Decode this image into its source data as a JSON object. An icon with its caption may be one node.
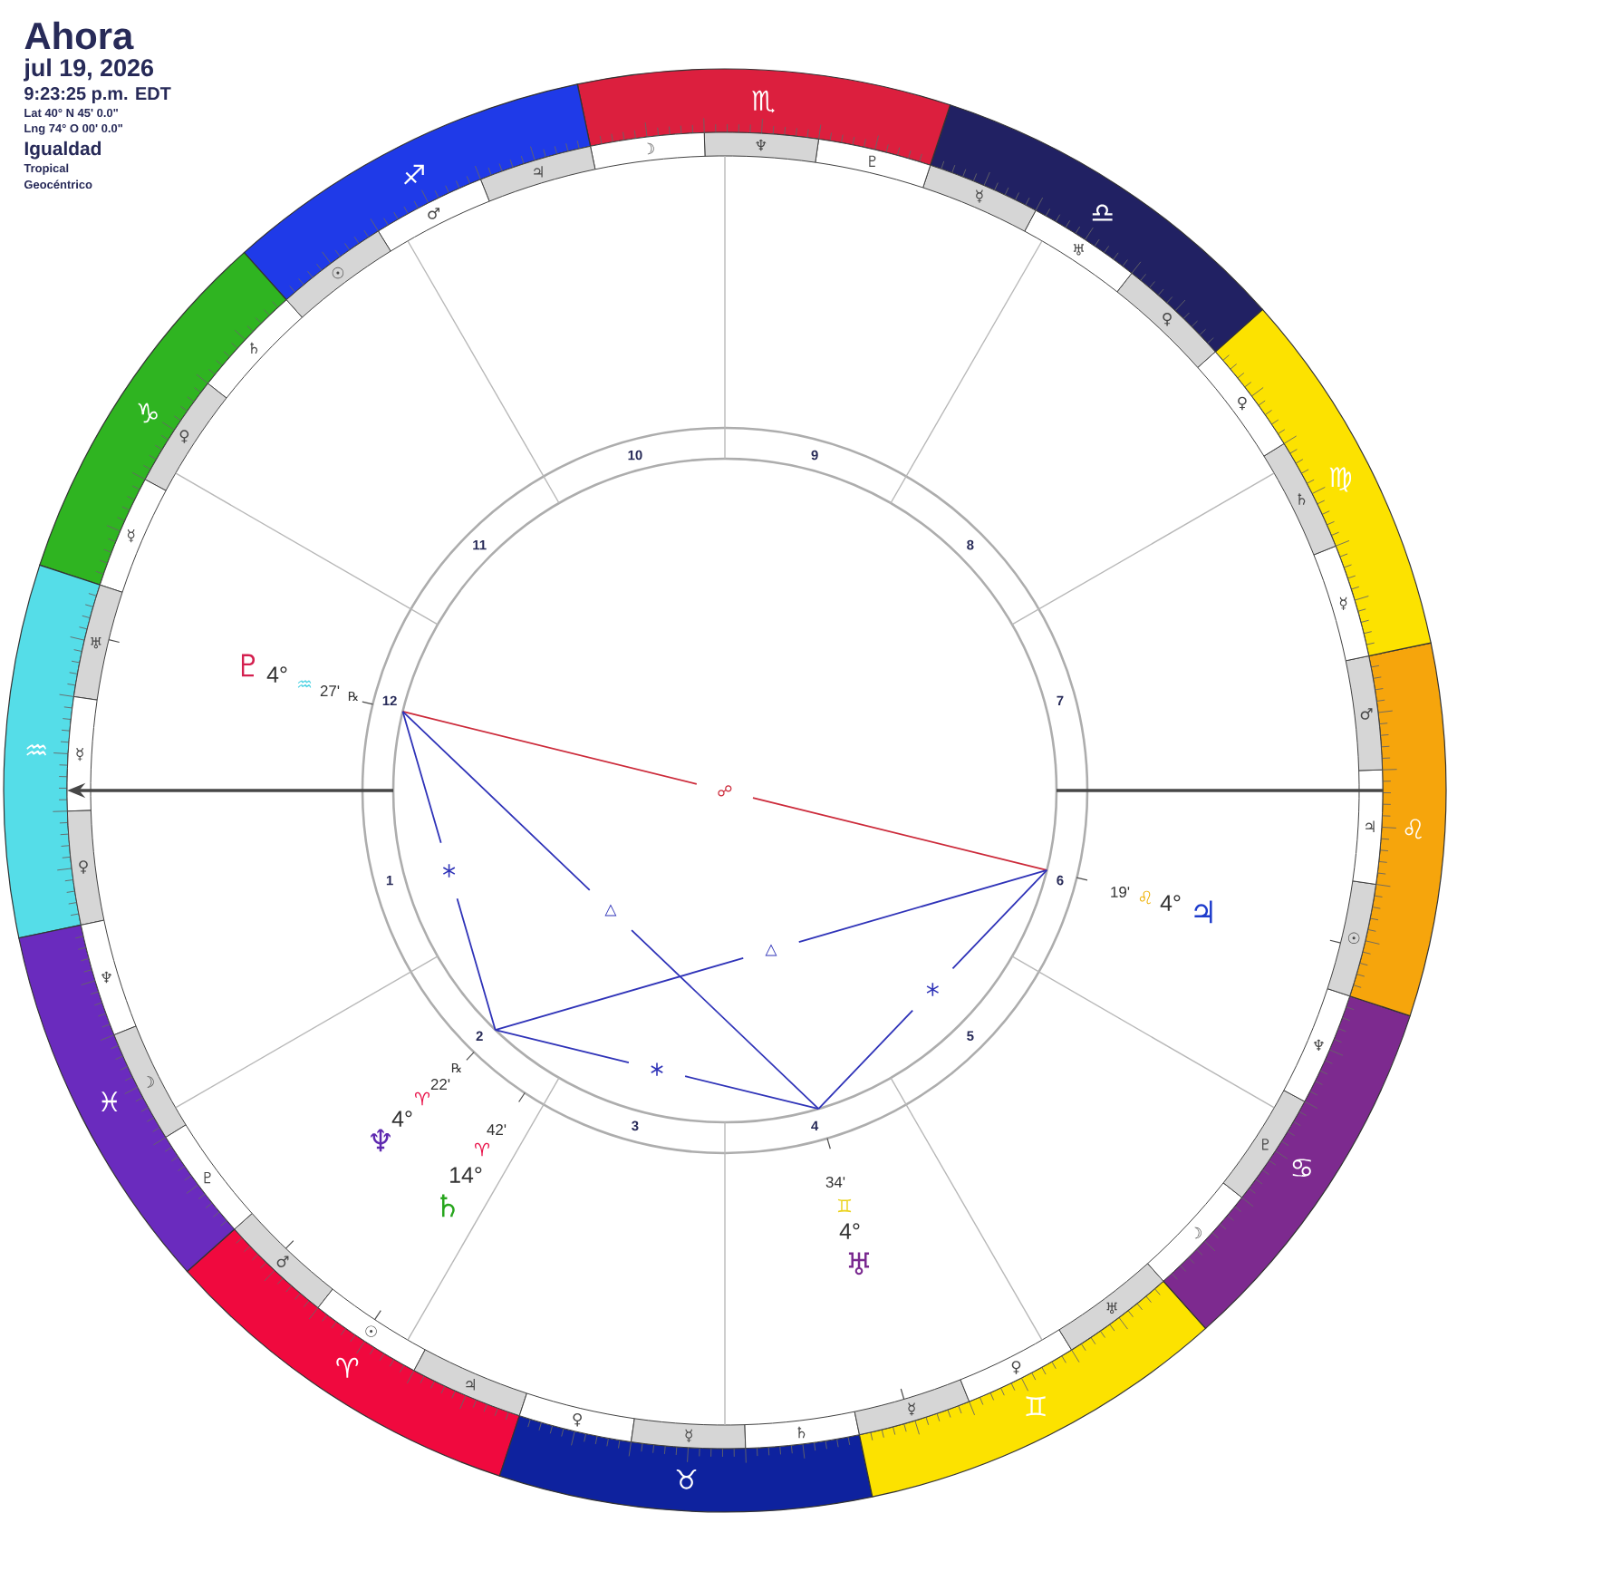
{
  "diagram": {
    "title": "Ahora",
    "labels": [
      "jul 19, 2026",
      "9:23:25 p.m. EDT",
      "Lat 40° N 45' 0.0\"",
      "Lng 74° O 00' 0.0\"",
      "Igualdad",
      "Tropical",
      "Geocéntrico",
      "♈",
      "♉",
      "♊",
      "♋",
      "♌",
      "♍",
      "♎",
      "♏",
      "♐",
      "♑",
      "♒",
      "♓",
      "♂",
      "☉",
      "♃",
      "♀",
      "☿",
      "♄",
      "☿",
      "♀",
      "♅",
      "☽",
      "♇",
      "♆",
      "☉",
      "♃",
      "♂",
      "☿",
      "♄",
      "♀",
      "♀",
      "♅",
      "☿",
      "♇",
      "♆",
      "☽",
      "♃",
      "♂",
      "☉",
      "♄",
      "♀",
      "☿",
      "♅",
      "☿",
      "♀",
      "♆",
      "☽",
      "♇",
      "1",
      "2",
      "3",
      "4",
      "5",
      "6",
      "7",
      "8",
      "9",
      "10",
      "11",
      "12",
      "♇",
      "4°",
      "♒",
      "27'",
      "℞",
      "19'",
      "♌",
      "4°",
      "♃",
      "♆",
      "4°",
      "♈",
      "22'",
      "℞",
      "42'",
      "♈",
      "14°",
      "♄",
      "34'",
      "♊",
      "4°",
      "♅",
      "☍",
      "△",
      "△"
    ]
  }
}
